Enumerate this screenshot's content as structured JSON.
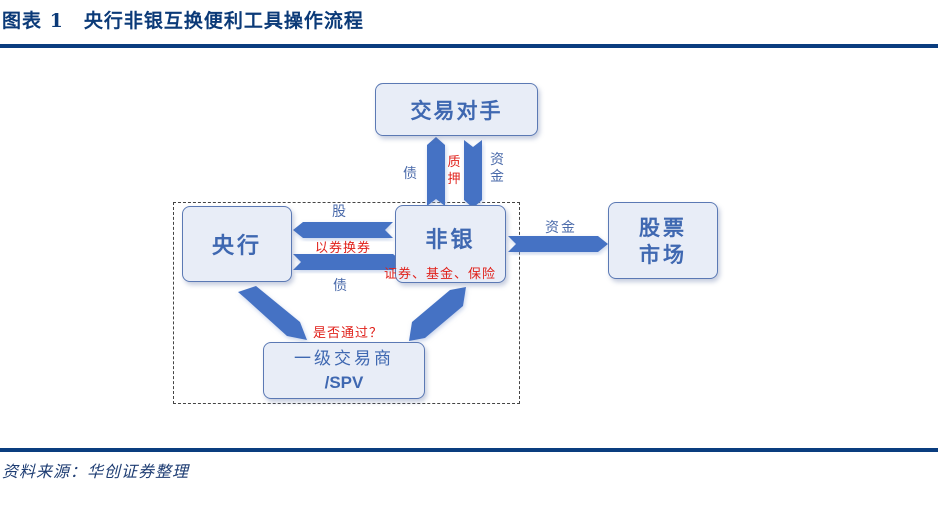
{
  "figure": {
    "title": "图表 1　央行非银互换便利工具操作流程",
    "source": "资料来源：华创证券整理"
  },
  "colors": {
    "rule": "#0a3d7f",
    "node_fill": "#e8edf7",
    "node_border": "#5b79b4",
    "node_text": "#3f68b1",
    "arrow": "#4472c4",
    "label_blue": "#4a6aaa",
    "label_red": "#e0211b"
  },
  "nodes": {
    "counterparty": "交易对手",
    "central_bank": "央行",
    "nonbank": "非银",
    "stock_market_line1": "股票",
    "stock_market_line2": "市场",
    "dealer_line1": "一级交易商",
    "dealer_line2": "/SPV"
  },
  "labels": {
    "bond_up": "债",
    "pledge": "质押",
    "funds_down": "资金",
    "equity_top": "股",
    "swap": "以券换券",
    "bond_bottom": "债",
    "nonbank_types": "证券、基金、保险",
    "funds_right": "资金",
    "approval_question": "是否通过？"
  }
}
